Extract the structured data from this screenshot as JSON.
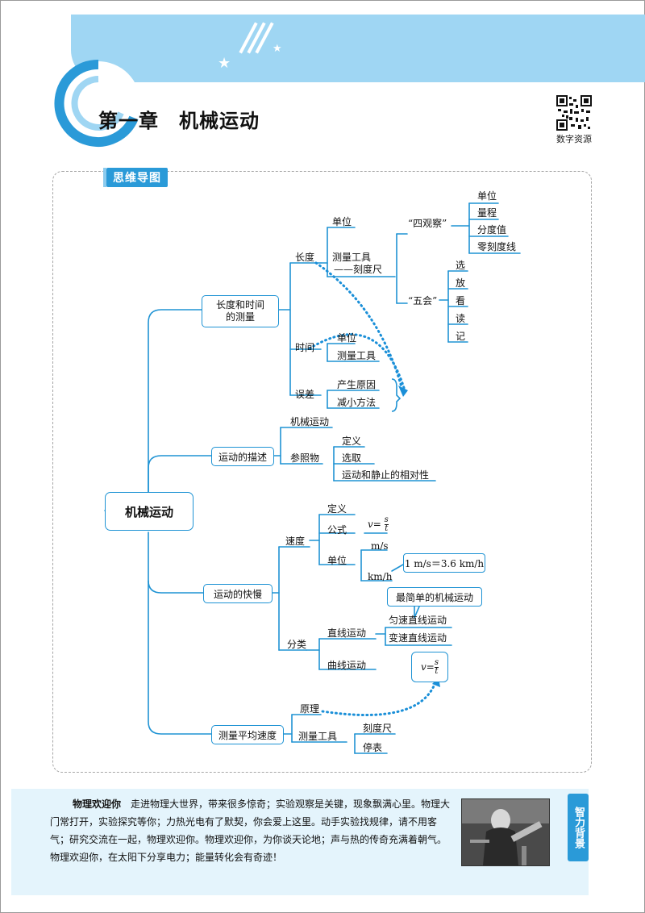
{
  "header": {
    "chapter_title": "第一章　机械运动",
    "qr_label": "数字资源"
  },
  "mindmap": {
    "tag": "思维导图",
    "root": "机械运动",
    "b1": "长度和时间",
    "b1b": "的测量",
    "b2": "运动的描述",
    "b3": "运动的快慢",
    "b4": "测量平均速度",
    "length": "长度",
    "length_unit": "单位",
    "length_tool": "测量工具",
    "length_tool2": "——刻度尺",
    "si_guancha": "“四观察”",
    "si_items": [
      "单位",
      "量程",
      "分度值",
      "零刻度线"
    ],
    "wu_hui": "“五会”",
    "wu_items": [
      "选",
      "放",
      "看",
      "读",
      "记"
    ],
    "time": "时间",
    "time_unit": "单位",
    "time_tool": "测量工具",
    "error": "误差",
    "error_cause": "产生原因",
    "error_reduce": "减小方法",
    "desc_motion": "机械运动",
    "desc_ref": "参照物",
    "ref_def": "定义",
    "ref_select": "选取",
    "ref_rel": "运动和静止的相对性",
    "speed": "速度",
    "speed_def": "定义",
    "speed_formula": "公式",
    "formula_v": "v=",
    "formula_s": "s",
    "formula_t": "t",
    "speed_unit": "单位",
    "unit_ms": "m/s",
    "unit_kmh": "km/h",
    "unit_conv": "1 m/s＝3.6 km/h",
    "classify": "分类",
    "straight": "直线运动",
    "curve": "曲线运动",
    "simplest": "最简单的机械运动",
    "uniform": "匀速直线运动",
    "variable": "变速直线运动",
    "avg_principle": "原理",
    "avg_tool": "测量工具",
    "avg_ruler": "刻度尺",
    "avg_watch": "停表"
  },
  "bottom": {
    "lead": "物理欢迎你",
    "text": "走进物理大世界，带来很多惊奇；实验观察是关键，现象飘满心里。物理大门常打开，实验探究等你；力热光电有了默契，你会爱上这里。动手实验找规律，请不用客气；研究交流在一起，物理欢迎你。物理欢迎你，为你谈天论地；声与热的传奇充满着朝气。物理欢迎你，在太阳下分享电力；能量转化会有奇迹！",
    "side_tab": "智力背景"
  },
  "colors": {
    "accent": "#1f93d4",
    "band": "#9fd6f3",
    "dotted": "#1a8fd8"
  }
}
